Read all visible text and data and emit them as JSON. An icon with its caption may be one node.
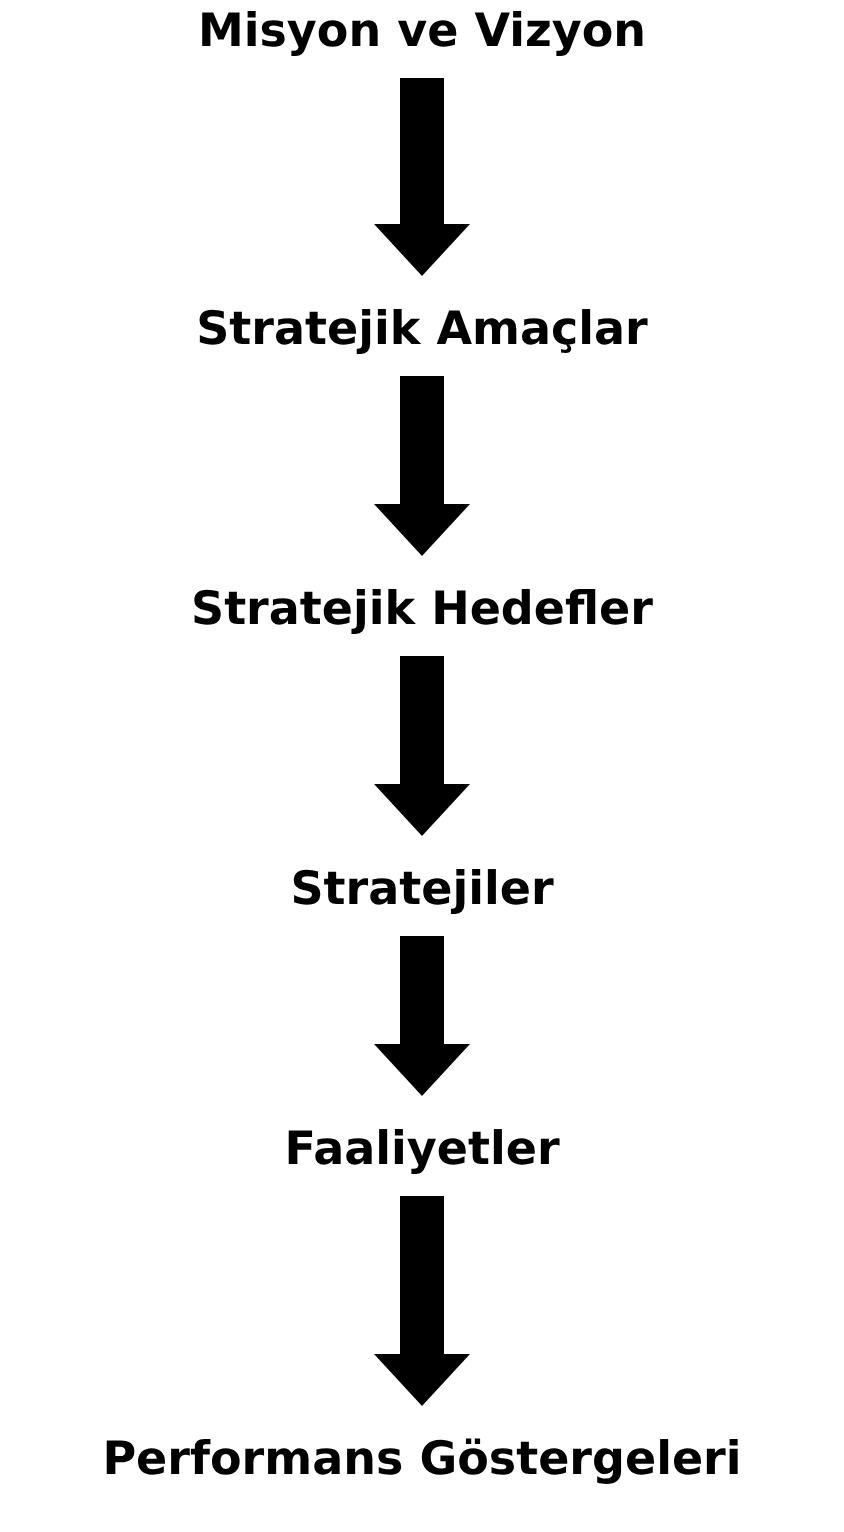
{
  "diagram": {
    "nodes": [
      {
        "text": [
          "Misyon ve Vizyon"
        ]
      },
      {
        "text": [
          "Stratejik Amaçlar"
        ]
      },
      {
        "text": [
          "Stratejik Hedefler"
        ]
      },
      {
        "text": [
          "Stratejiler"
        ]
      },
      {
        "text": [
          "Faaliyetler"
        ]
      },
      {
        "text": [
          "Performans Göstergeleri"
        ]
      }
    ],
    "edges": [
      {
        "from": 0,
        "to": 1,
        "arrow": "to"
      },
      {
        "from": 1,
        "to": 2,
        "arrow": "to"
      },
      {
        "from": 2,
        "to": 3,
        "arrow": "to"
      },
      {
        "from": 3,
        "to": 4,
        "arrow": "to"
      },
      {
        "from": 4,
        "to": 5,
        "arrow": "to"
      }
    ]
  }
}
